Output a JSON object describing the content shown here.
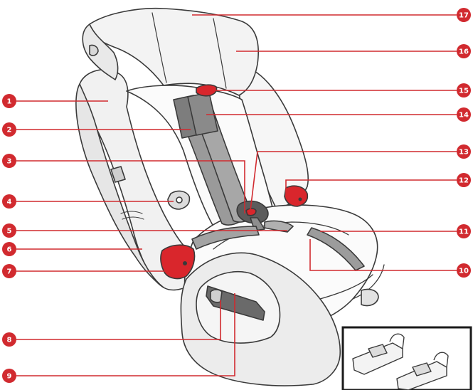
{
  "colors": {
    "callout": "#d12a2f",
    "accent_red": "#d9262c",
    "outline": "#3a3a3a",
    "shell_fill": "#f1f1f1",
    "cushion_fill": "#fbfbfb",
    "strap": "#9a9a9a",
    "strap_dark": "#6e6e6e"
  },
  "callouts": [
    {
      "id": "1",
      "label": "1"
    },
    {
      "id": "2",
      "label": "2"
    },
    {
      "id": "3",
      "label": "3"
    },
    {
      "id": "4",
      "label": "4"
    },
    {
      "id": "5",
      "label": "5"
    },
    {
      "id": "6",
      "label": "6"
    },
    {
      "id": "7",
      "label": "7"
    },
    {
      "id": "8",
      "label": "8"
    },
    {
      "id": "9",
      "label": "9"
    },
    {
      "id": "10",
      "label": "10"
    },
    {
      "id": "11",
      "label": "11"
    },
    {
      "id": "12",
      "label": "12"
    },
    {
      "id": "13",
      "label": "13"
    },
    {
      "id": "14",
      "label": "14"
    },
    {
      "id": "15",
      "label": "15"
    },
    {
      "id": "16",
      "label": "16"
    },
    {
      "id": "17",
      "label": "17"
    }
  ]
}
